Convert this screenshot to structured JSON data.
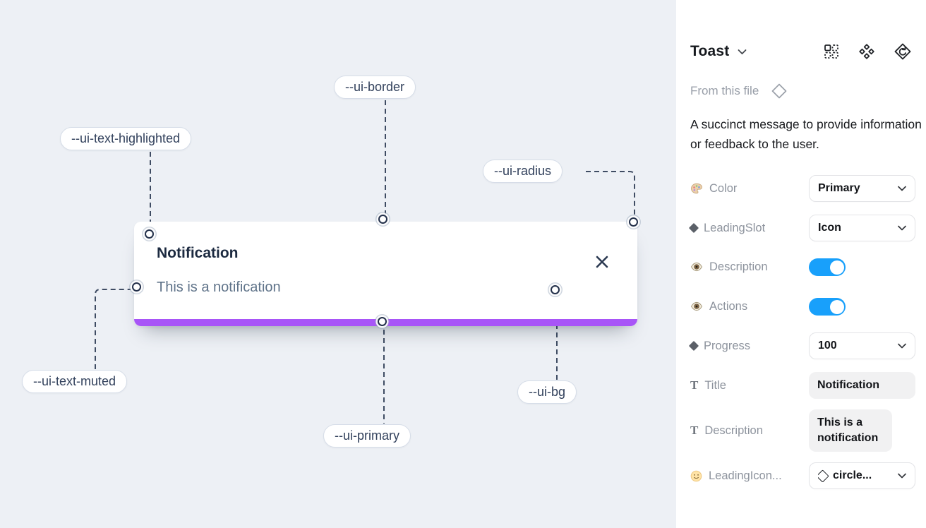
{
  "canvas": {
    "toast": {
      "title": "Notification",
      "description": "This is a notification",
      "close_icon": "x"
    },
    "labels": [
      {
        "text": "--ui-border"
      },
      {
        "text": "--ui-text-highlighted"
      },
      {
        "text": "--ui-radius"
      },
      {
        "text": "--ui-text-muted"
      },
      {
        "text": "--ui-primary"
      },
      {
        "text": "--ui-bg"
      }
    ],
    "colors": {
      "canvas_bg": "#edf0f5",
      "primary_bar": "#a855f7",
      "title_text": "#1c2a40",
      "muted_text": "#5f7389",
      "connector": "#3f4c63"
    }
  },
  "panel": {
    "title": "Toast",
    "source_label": "From this file",
    "description": "A succinct message to provide information or feedback to the user.",
    "header_icons": [
      "instance-swap-icon",
      "variants-icon",
      "go-to-main-component-icon"
    ],
    "properties": [
      {
        "icon": "palette-icon",
        "label": "Color",
        "type": "dropdown",
        "value": "Primary"
      },
      {
        "icon": "diamond-icon",
        "label": "LeadingSlot",
        "type": "dropdown",
        "value": "Icon"
      },
      {
        "icon": "eye-icon",
        "label": "Description",
        "type": "toggle",
        "value": "on"
      },
      {
        "icon": "eye-icon",
        "label": "Actions",
        "type": "toggle",
        "value": "on"
      },
      {
        "icon": "diamond-icon",
        "label": "Progress",
        "type": "dropdown",
        "value": "100"
      },
      {
        "icon": "text-icon",
        "label": "Title",
        "type": "text",
        "value": "Notification"
      },
      {
        "icon": "text-icon",
        "label": "Description",
        "type": "text",
        "value": "This is a notification"
      },
      {
        "icon": "smiley-icon",
        "label": "LeadingIcon...",
        "type": "dropdown-icon",
        "value": "circle..."
      }
    ],
    "colors": {
      "toggle_on": "#18a0fb"
    }
  }
}
